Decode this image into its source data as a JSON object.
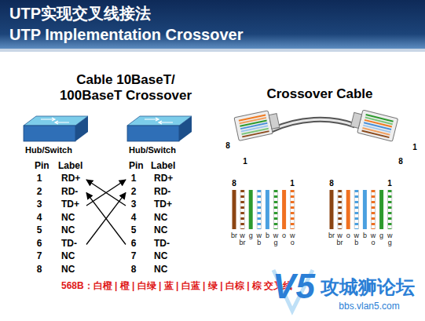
{
  "diagram": {
    "title": "UTP实现交叉线接法",
    "labels": [
      "UTP Implementation Crossover",
      "Cable 10BaseT/ 100BaseT Crossover",
      "Crossover Cable",
      "Hub/Switch",
      "Hub/Switch",
      "Pin",
      "Label",
      "1",
      "RD+",
      "2",
      "RD-",
      "3",
      "TD+",
      "4",
      "NC",
      "5",
      "NC",
      "6",
      "TD-",
      "7",
      "NC",
      "8",
      "NC",
      "Pin",
      "Label",
      "1",
      "RD+",
      "2",
      "RD-",
      "3",
      "TD+",
      "4",
      "NC",
      "5",
      "NC",
      "6",
      "TD-",
      "7",
      "NC",
      "8",
      "NC",
      "8",
      "1",
      "1",
      "8",
      "8",
      "1",
      "8",
      "1",
      "br",
      "w br",
      "g",
      "w b",
      "b",
      "w g",
      "o",
      "w o",
      "br",
      "w br",
      "o",
      "w b",
      "b",
      "w o",
      "g",
      "w g",
      "568B：白橙 | 橙 | 白绿 | 蓝 | 白蓝 | 绿 | 白棕 | 棕 交叉线",
      "V5",
      "攻城狮论坛",
      "bbs.vlan5.com"
    ]
  }
}
